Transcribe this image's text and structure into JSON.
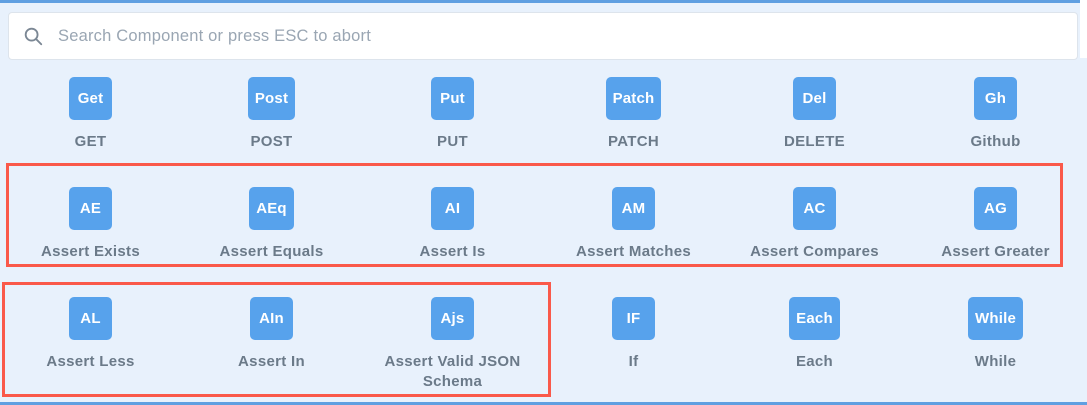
{
  "search": {
    "placeholder": "Search Component or press ESC to abort"
  },
  "components": [
    {
      "badge": "Get",
      "label": "GET"
    },
    {
      "badge": "Post",
      "label": "POST"
    },
    {
      "badge": "Put",
      "label": "PUT"
    },
    {
      "badge": "Patch",
      "label": "PATCH"
    },
    {
      "badge": "Del",
      "label": "DELETE"
    },
    {
      "badge": "Gh",
      "label": "Github"
    },
    {
      "badge": "AE",
      "label": "Assert Exists"
    },
    {
      "badge": "AEq",
      "label": "Assert Equals"
    },
    {
      "badge": "AI",
      "label": "Assert Is"
    },
    {
      "badge": "AM",
      "label": "Assert Matches"
    },
    {
      "badge": "AC",
      "label": "Assert Compares"
    },
    {
      "badge": "AG",
      "label": "Assert Greater"
    },
    {
      "badge": "AL",
      "label": "Assert Less"
    },
    {
      "badge": "AIn",
      "label": "Assert In"
    },
    {
      "badge": "Ajs",
      "label": "Assert Valid JSON Schema"
    },
    {
      "badge": "IF",
      "label": "If"
    },
    {
      "badge": "Each",
      "label": "Each"
    },
    {
      "badge": "While",
      "label": "While"
    }
  ],
  "annotations": {
    "highlight_color": "#fa594a",
    "box_count": 2
  },
  "colors": {
    "panel_background": "#e8f1fc",
    "frame_border": "#5f9fe1",
    "tile_blue": "#57a2ec",
    "tile_text": "#ffffff",
    "label_gray": "#6b7a89",
    "searchbar_background": "#ffffff",
    "searchbar_border": "#dde4ec",
    "placeholder_gray": "#9aa6b3"
  }
}
